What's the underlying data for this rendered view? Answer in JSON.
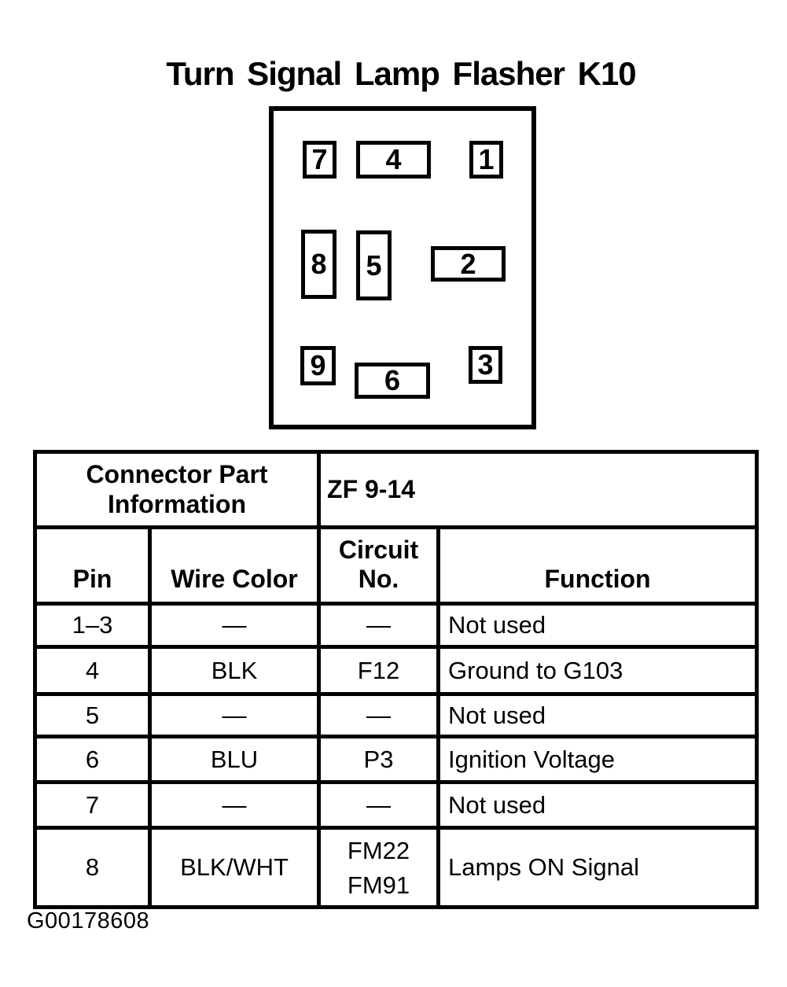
{
  "page": {
    "title": "Turn Signal Lamp Flasher K10",
    "figure_id": "G00178608"
  },
  "colors": {
    "ink": "#000000",
    "paper": "#ffffff"
  },
  "connector_diagram": {
    "description": "9-cavity flasher connector face view",
    "pins": [
      "7",
      "4",
      "1",
      "8",
      "5",
      "2",
      "9",
      "6",
      "3"
    ]
  },
  "table": {
    "part_info_header": "Connector Part Information",
    "part_number": "ZF 9-14",
    "columns": [
      "Pin",
      "Wire Color",
      "Circuit No.",
      "Function"
    ],
    "rows": [
      {
        "pin": "1–3",
        "wire_color": "—",
        "circuit_no": "—",
        "function": "Not used"
      },
      {
        "pin": "4",
        "wire_color": "BLK",
        "circuit_no": "F12",
        "function": "Ground to G103"
      },
      {
        "pin": "5",
        "wire_color": "—",
        "circuit_no": "—",
        "function": "Not used"
      },
      {
        "pin": "6",
        "wire_color": "BLU",
        "circuit_no": "P3",
        "function": "Ignition Voltage"
      },
      {
        "pin": "7",
        "wire_color": "—",
        "circuit_no": "—",
        "function": "Not used"
      },
      {
        "pin": "8",
        "wire_color": "BLK/WHT",
        "circuit_no": "FM22",
        "circuit_no_2": "FM91",
        "function": "Lamps ON Signal"
      }
    ]
  }
}
